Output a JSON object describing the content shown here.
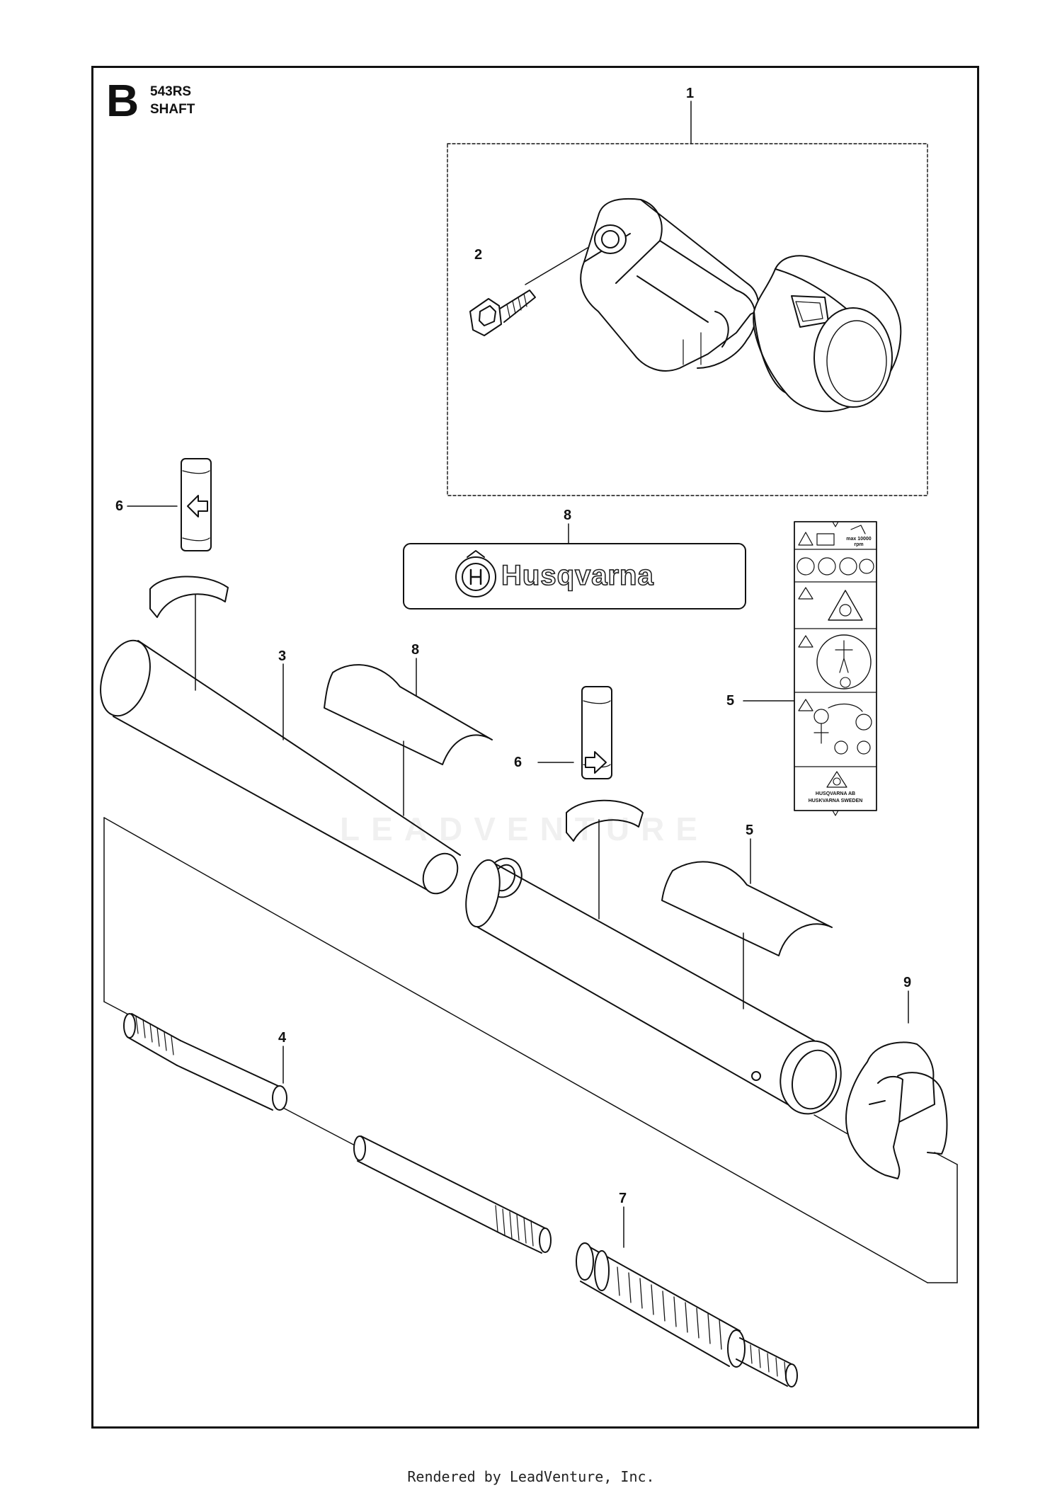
{
  "header": {
    "section_letter": "B",
    "model": "543RS",
    "part_name": "SHAFT"
  },
  "callouts": [
    {
      "id": "c1",
      "label": "1"
    },
    {
      "id": "c2",
      "label": "2"
    },
    {
      "id": "c3",
      "label": "3"
    },
    {
      "id": "c4",
      "label": "4"
    },
    {
      "id": "c5a",
      "label": "5"
    },
    {
      "id": "c5b",
      "label": "5"
    },
    {
      "id": "c6a",
      "label": "6"
    },
    {
      "id": "c6b",
      "label": "6"
    },
    {
      "id": "c7",
      "label": "7"
    },
    {
      "id": "c8a",
      "label": "8"
    },
    {
      "id": "c8b",
      "label": "8"
    },
    {
      "id": "c9",
      "label": "9"
    }
  ],
  "brand_decal": {
    "text": "Husqvarna"
  },
  "warning_decal": {
    "rpm_label": "max 10000 rpm",
    "company_line1": "HUSQVARNA AB",
    "company_line2": "HUSKVARNA SWEDEN"
  },
  "watermark": "LEADVENTURE",
  "footer": "Rendered by LeadVenture, Inc."
}
